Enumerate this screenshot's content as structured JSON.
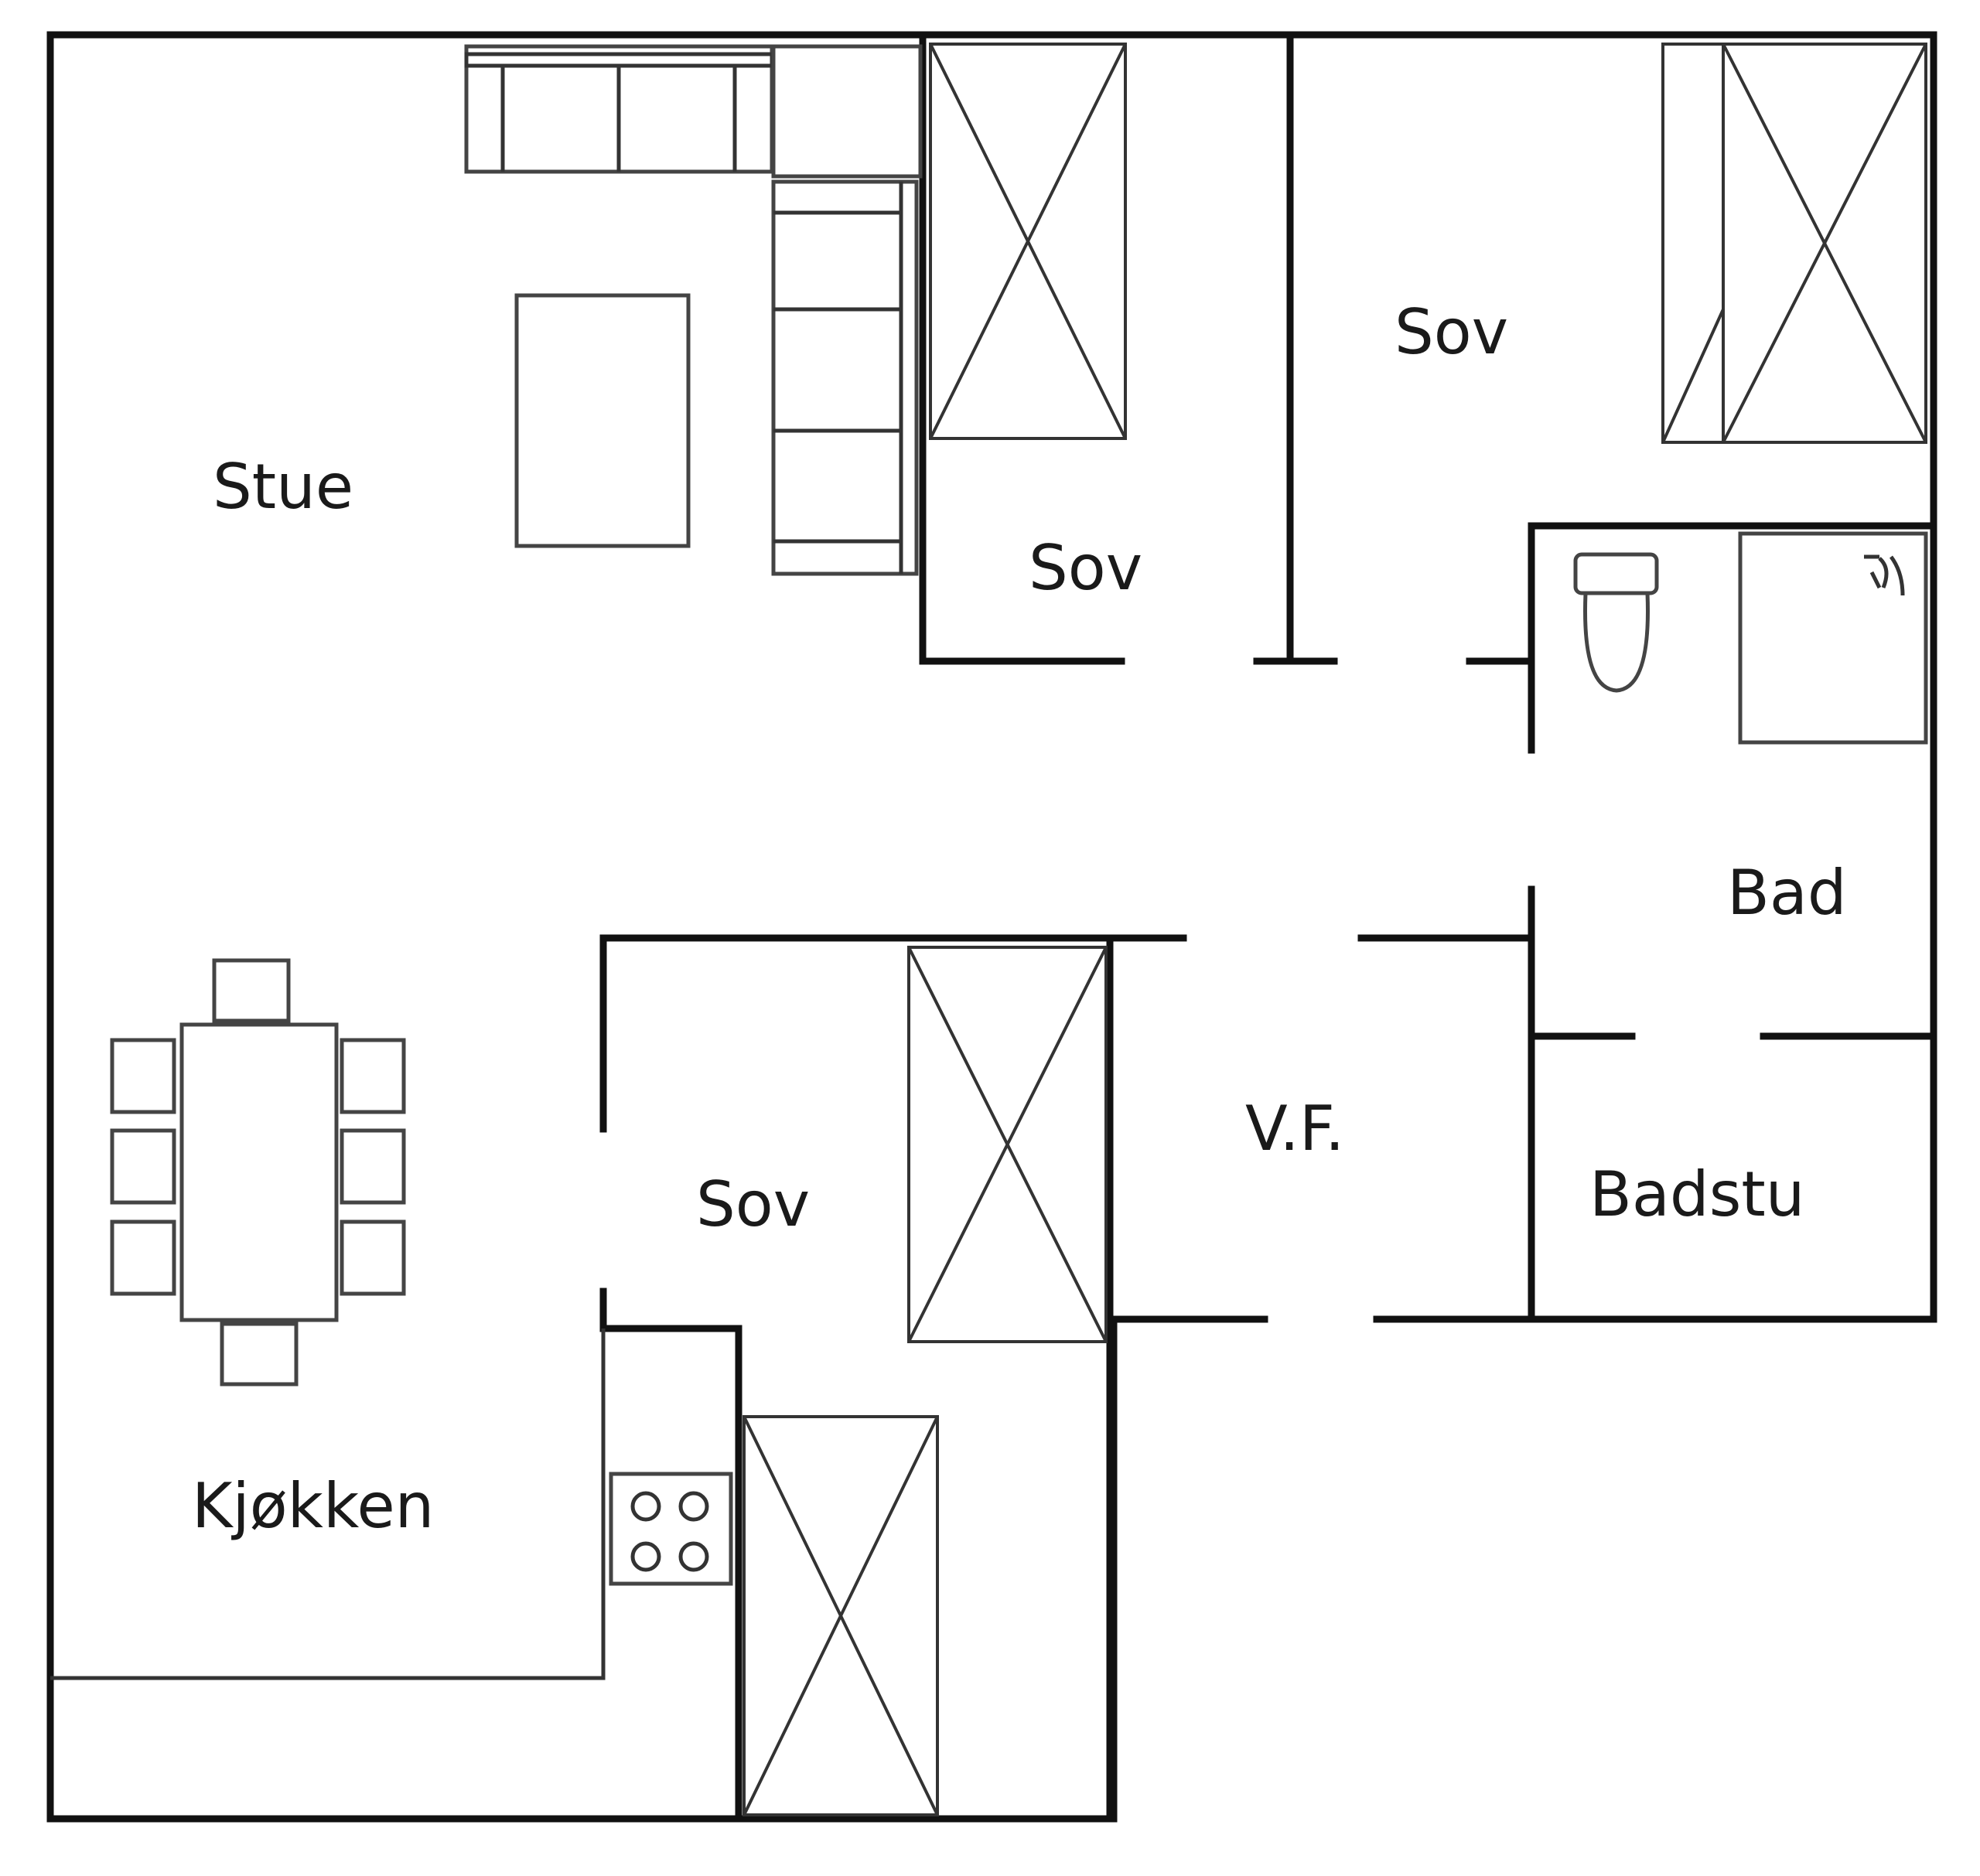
{
  "rooms": {
    "stue": "Stue",
    "sov_top_left": "Sov",
    "sov_top_right": "Sov",
    "sov_bottom": "Sov",
    "bad": "Bad",
    "vf": "V.F.",
    "badstu": "Badstu",
    "kjokken": "Kjøkken"
  },
  "icons": {
    "wardrobe": "closet-cross-icon",
    "toilet": "toilet-icon",
    "shower": "shower-icon",
    "stove": "stove-icon",
    "dining_table": "dining-table-icon",
    "sofa": "sofa-icon"
  },
  "colors": {
    "wall": "#111111",
    "furniture": "#444444",
    "background": "#ffffff"
  }
}
